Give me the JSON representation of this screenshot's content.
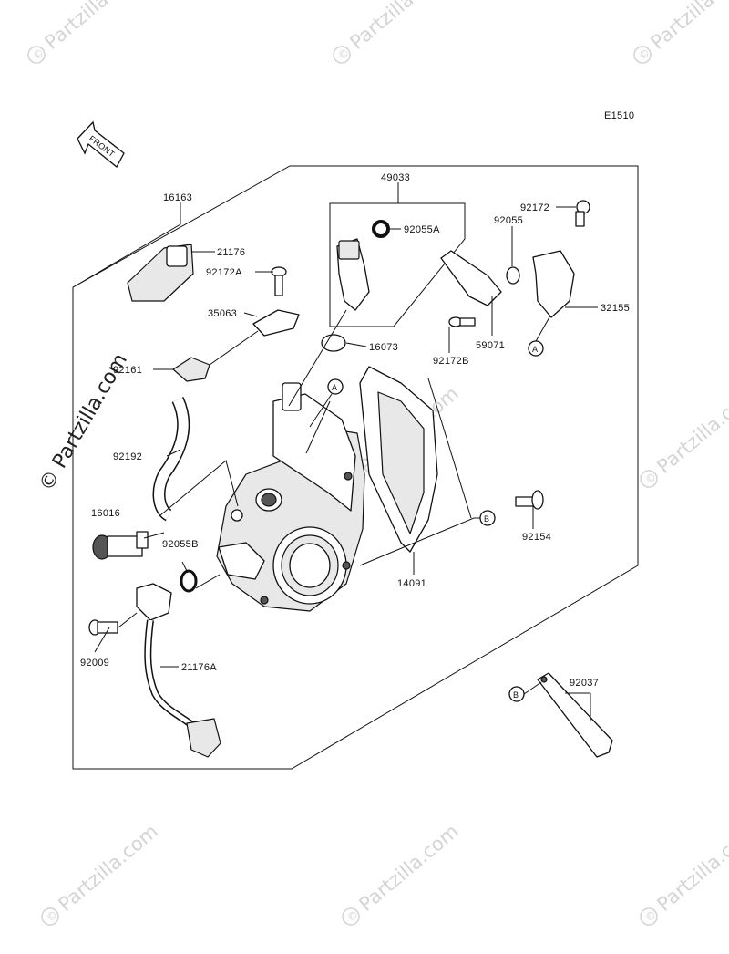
{
  "diagram": {
    "code": "E1510",
    "front_label": "FRONT",
    "watermark_text": "Partzilla.com",
    "watermark_side": "© Partzilla.com",
    "ref_a": "A",
    "ref_b": "B",
    "parts": {
      "p16163": "16163",
      "p21176": "21176",
      "p92172A": "92172A",
      "p35063": "35063",
      "p92161": "92161",
      "p92192": "92192",
      "p16016": "16016",
      "p92055B": "92055B",
      "p92009": "92009",
      "p21176A": "21176A",
      "p49033": "49033",
      "p92055A": "92055A",
      "p16073": "16073",
      "p92172": "92172",
      "p92055": "92055",
      "p32155": "32155",
      "p92172B": "92172B",
      "p59071": "59071",
      "p92154": "92154",
      "p14091": "14091",
      "p92037": "92037"
    }
  }
}
